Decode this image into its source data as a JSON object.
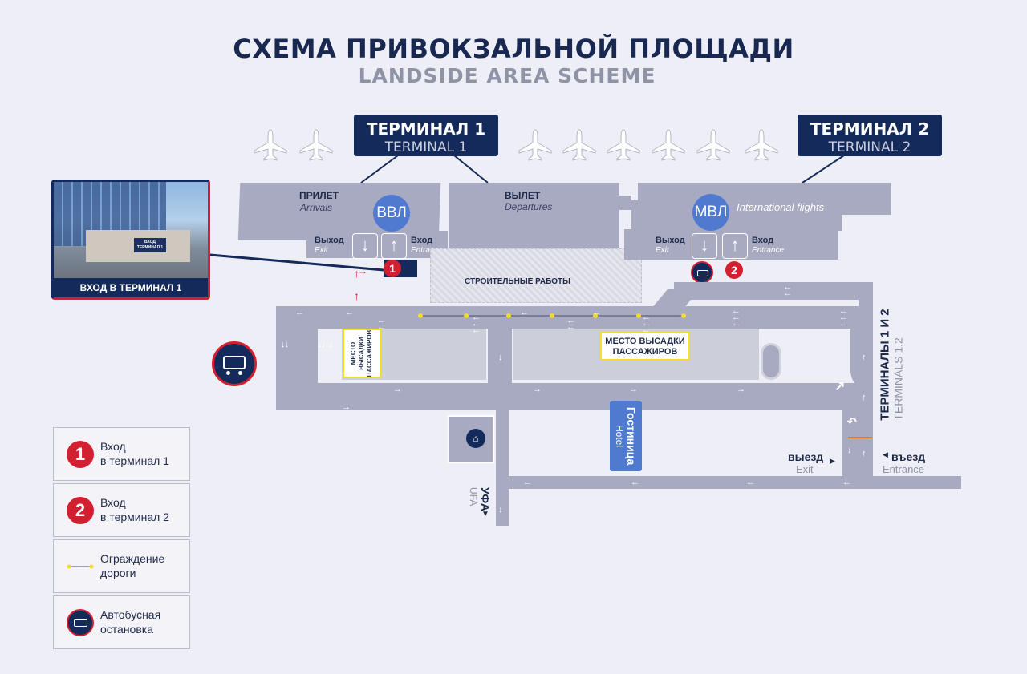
{
  "title": {
    "ru": "СХЕМА ПРИВОКЗАЛЬНОЙ ПЛОЩАДИ",
    "en": "LANDSIDE AREA SCHEME"
  },
  "terminal1": {
    "ru": "ТЕРМИНАЛ 1",
    "en": "TERMINAL 1"
  },
  "terminal2": {
    "ru": "ТЕРМИНАЛ 2",
    "en": "TERMINAL 2"
  },
  "t1": {
    "arrivals_ru": "ПРИЛЕТ",
    "arrivals_en": "Arrivals",
    "badge": "ВВЛ",
    "departures_ru": "ВЫЛЕТ",
    "departures_en": "Departures",
    "exit_ru": "Выход",
    "exit_en": "Exit",
    "entrance_ru": "Вход",
    "entrance_en": "Entrance"
  },
  "t2": {
    "badge": "МВЛ",
    "intl": "International flights",
    "exit_ru": "Выход",
    "exit_en": "Exit",
    "entrance_ru": "Вход",
    "entrance_en": "Entrance"
  },
  "construction": "СТРОИТЕЛЬНЫЕ РАБОТЫ",
  "photo_caption": "ВХОД В ТЕРМИНАЛ 1",
  "photo_sign": "ВХОД ТЕРМИНАЛ 1",
  "dropoff_main": {
    "line1": "МЕСТО ВЫСАДКИ",
    "line2": "ПАССАЖИРОВ"
  },
  "dropoff_small": {
    "line1": "МЕСТО",
    "line2": "ВЫСАДКИ",
    "line3": "ПАССАЖИРОВ"
  },
  "hotel": {
    "ru": "Гостиница",
    "en": "Hotel"
  },
  "ufa": {
    "ru": "УФА",
    "en": "UFA"
  },
  "terminals_sign": {
    "ru": "ТЕРМИНАЛЫ 1 И 2",
    "en": "TERMINALS 1,2"
  },
  "exit_sign": {
    "ru": "выезд",
    "en": "Exit"
  },
  "entry_sign": {
    "ru": "въезд",
    "en": "Entrance"
  },
  "markers": {
    "one": "1",
    "two": "2"
  },
  "legend": [
    {
      "icon": "1",
      "line1": "Вход",
      "line2": "в терминал 1"
    },
    {
      "icon": "2",
      "line1": "Вход",
      "line2": "в терминал 2"
    },
    {
      "icon": "fence",
      "line1": "Ограждение",
      "line2": "дороги"
    },
    {
      "icon": "bus",
      "line1": "Автобусная",
      "line2": "остановка"
    }
  ],
  "colors": {
    "navy": "#142a5a",
    "road": "#a7aac1",
    "red": "#d32030",
    "blue_badge": "#4f7ad0",
    "fence": "#f2dd2a"
  }
}
